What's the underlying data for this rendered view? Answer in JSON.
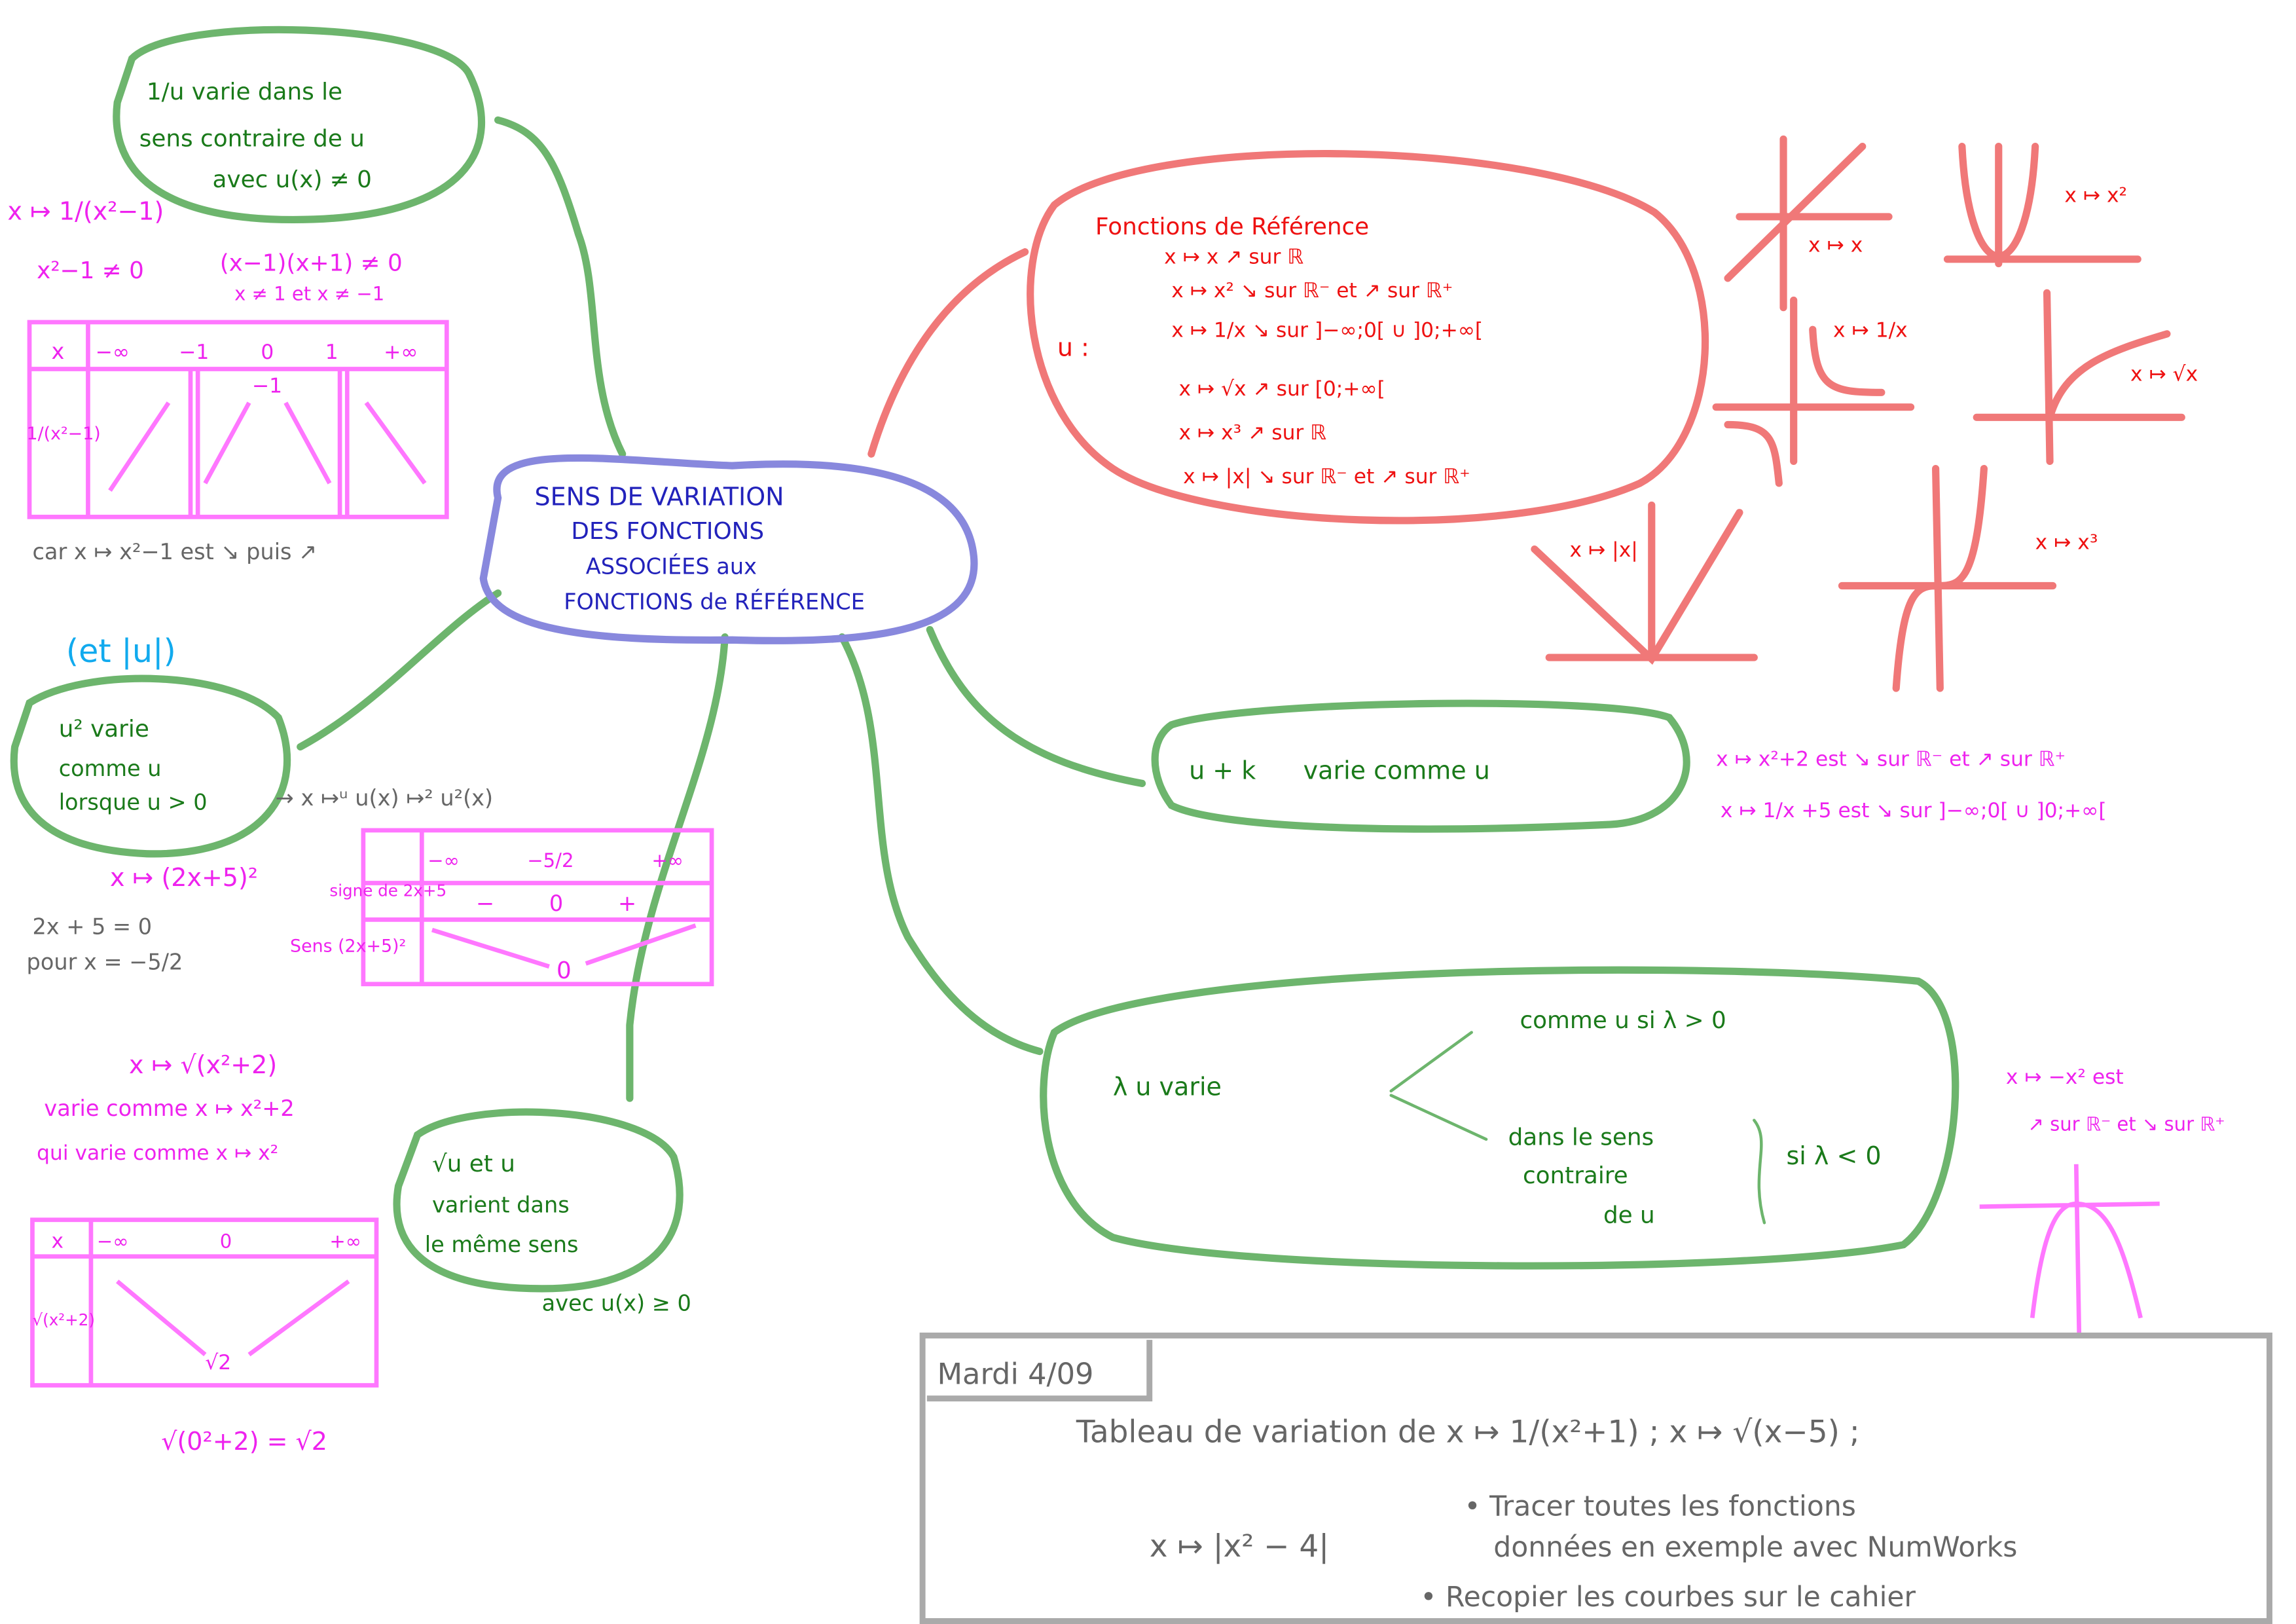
{
  "center": {
    "lines": [
      "SENS DE VARIATION",
      "DES FONCTIONS",
      "ASSOCIÉES aux",
      "FONCTIONS de RÉFÉRENCE"
    ]
  },
  "inverse": {
    "bubble": [
      "1/u varie dans le",
      "sens contraire de u",
      "avec u(x) ≠ 0"
    ],
    "example": "x ↦ 1/(x²−1)",
    "cond1": "x²−1 ≠ 0",
    "cond2": "(x−1)(x+1) ≠ 0",
    "cond3": "x ≠ 1 et x ≠ −1",
    "table": {
      "x_label": "x",
      "x_values": [
        "−∞",
        "−1",
        "0",
        "1",
        "+∞"
      ],
      "row_label": "1/(x²−1)",
      "value": "−1"
    },
    "note": "car x ↦ x²−1 est ↘ puis ↗"
  },
  "square": {
    "aside": "(et |u|)",
    "bubble": [
      "u² varie",
      "comme u",
      "lorsque u > 0"
    ],
    "chain": "→ x ↦ᵘ u(x) ↦² u²(x)",
    "example": "x ↦ (2x+5)²",
    "table": {
      "x_values": [
        "−∞",
        "−5/2",
        "+∞"
      ],
      "sign_label": "signe de 2x+5",
      "signs": [
        "−",
        "0",
        "+"
      ],
      "sens_label": "Sens (2x+5)²",
      "min": "0"
    },
    "note1": "2x + 5 = 0",
    "note2": "pour x = −5/2"
  },
  "sqrt_example": {
    "title": "x ↦ √(x²+2)",
    "line2": "varie comme x ↦ x²+2",
    "line3": "qui varie comme x ↦ x²",
    "table": {
      "x_label": "x",
      "x_values": [
        "−∞",
        "0",
        "+∞"
      ],
      "row_label": "√(x²+2)",
      "min": "√2"
    },
    "calc": "√(0²+2) = √2"
  },
  "sqrt_bubble": {
    "lines": [
      "√u et u",
      "varient dans",
      "le même sens"
    ],
    "condition": "avec u(x) ≥ 0"
  },
  "reference": {
    "title": "Fonctions de Référence",
    "u_label": "u :",
    "items": [
      "x ↦ x   ↗ sur ℝ",
      "x ↦ x²   ↘ sur ℝ⁻ et ↗ sur ℝ⁺",
      "x ↦ 1/x   ↘ sur ]−∞;0[ ∪ ]0;+∞[",
      "x ↦ √x   ↗ sur [0;+∞[",
      "x ↦ x³   ↗ sur ℝ",
      "x ↦ |x|   ↘ sur ℝ⁻ et ↗ sur ℝ⁺"
    ],
    "graphs": [
      "x ↦ x",
      "x ↦ x²",
      "x ↦ 1/x",
      "x ↦ √x",
      "x ↦ |x|",
      "x ↦ x³"
    ]
  },
  "plus_k": {
    "bubble": "u + k      varie comme u",
    "ex1": "x ↦ x²+2  est ↘ sur ℝ⁻ et ↗ sur ℝ⁺",
    "ex2": "x ↦ 1/x +5  est ↘ sur ]−∞;0[ ∪ ]0;+∞["
  },
  "lambda": {
    "start": "λ u varie",
    "pos": "comme u si λ > 0",
    "neg1": "dans le sens",
    "neg2": "contraire",
    "neg3": "de u",
    "neg_cond": "si λ < 0",
    "ex1": "x ↦ −x²  est",
    "ex2": "↗ sur ℝ⁻ et ↘ sur ℝ⁺"
  },
  "homework": {
    "date": "Mardi 4/09",
    "line1": "Tableau de variation de  x ↦ 1/(x²+1) ;  x ↦ √(x−5) ;",
    "line2": "x ↦ |x² − 4|",
    "bullet1": "• Tracer toutes les fonctions",
    "bullet1b": "données en exemple avec NumWorks",
    "bullet2": "• Recopier les courbes sur le cahier"
  }
}
